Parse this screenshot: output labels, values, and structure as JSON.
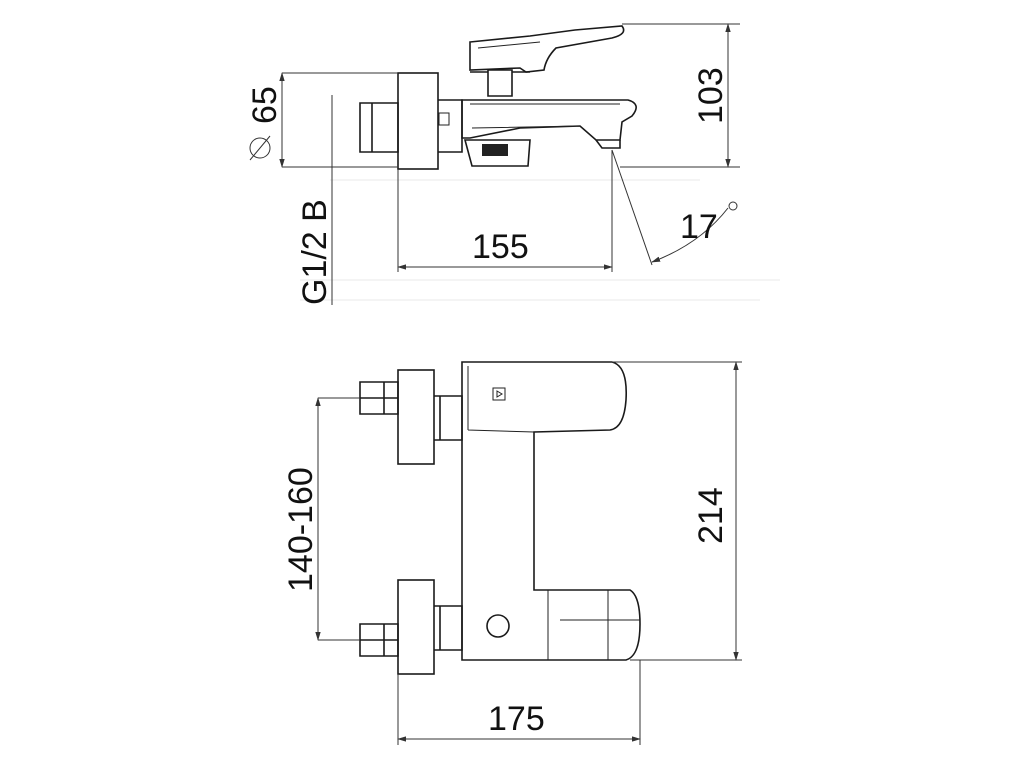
{
  "dimensions": {
    "diameter": "65",
    "height_top": "103",
    "thread": "G1/2 B",
    "length_top": "155",
    "angle": "17",
    "centers": "140-160",
    "height_front": "214",
    "width_front": "175"
  },
  "icons": {
    "diameter_symbol": "diameter-symbol-icon",
    "degree_symbol": "degree-symbol-icon",
    "arrowhead": "arrowhead-icon"
  },
  "colors": {
    "line": "#1a1a1a",
    "background": "#ffffff"
  }
}
